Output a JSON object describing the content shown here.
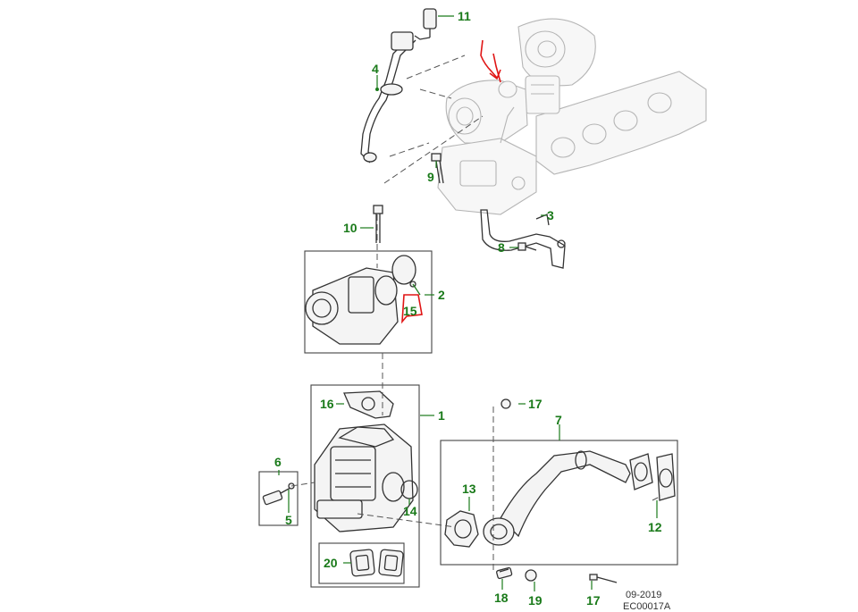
{
  "callouts": {
    "c1": "1",
    "c2": "2",
    "c3": "3",
    "c4": "4",
    "c5": "5",
    "c6": "6",
    "c7": "7",
    "c8": "8",
    "c9": "9",
    "c10": "10",
    "c11": "11",
    "c12": "12",
    "c13": "13",
    "c14": "14",
    "c15": "15",
    "c16": "16",
    "c17a": "17",
    "c17b": "17",
    "c18": "18",
    "c19": "19",
    "c20": "20"
  },
  "footer": {
    "date": "09-2019",
    "code": "EC00017A"
  },
  "colors": {
    "callout": "#1a7a1a",
    "annotation": "#e01515"
  }
}
